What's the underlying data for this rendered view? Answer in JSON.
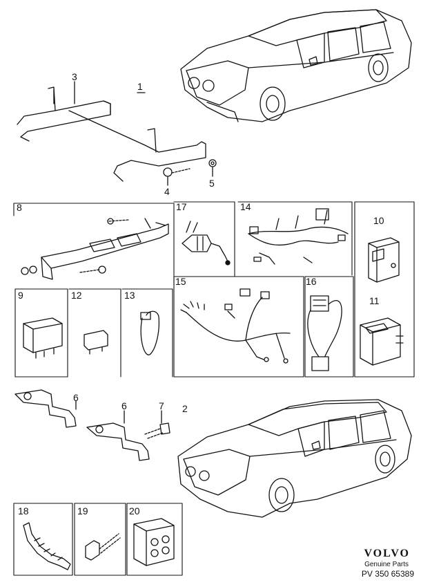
{
  "callouts": {
    "c1": "1",
    "c2": "2",
    "c3": "3",
    "c4": "4",
    "c5": "5",
    "c6a": "6",
    "c6b": "6",
    "c7": "7",
    "c8": "8",
    "c9": "9",
    "c10": "10",
    "c11": "11",
    "c12": "12",
    "c13": "13",
    "c14": "14",
    "c15": "15",
    "c16": "16",
    "c17": "17",
    "c18": "18",
    "c19": "19",
    "c20": "20"
  },
  "brand": {
    "name": "VOLVO",
    "tagline": "Genuine Parts",
    "code": "PV 350 65389"
  },
  "colors": {
    "line": "#111111",
    "fill": "#ffffff",
    "shade": "#555555"
  }
}
